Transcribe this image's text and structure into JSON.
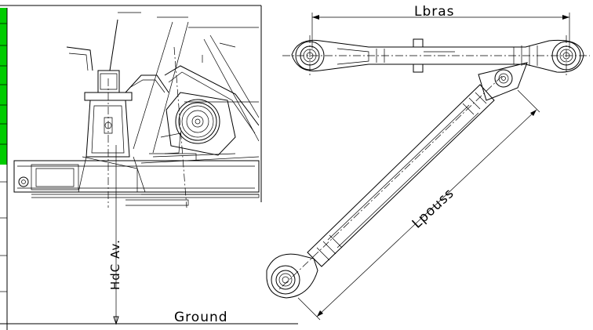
{
  "labels": {
    "lbras": "Lbras",
    "lpouss": "Lpouss",
    "hdc_av": "HdC Av.",
    "ground": "Ground"
  },
  "colors": {
    "stroke": "#000000",
    "background": "#ffffff",
    "tab_green": "#00cc00"
  }
}
